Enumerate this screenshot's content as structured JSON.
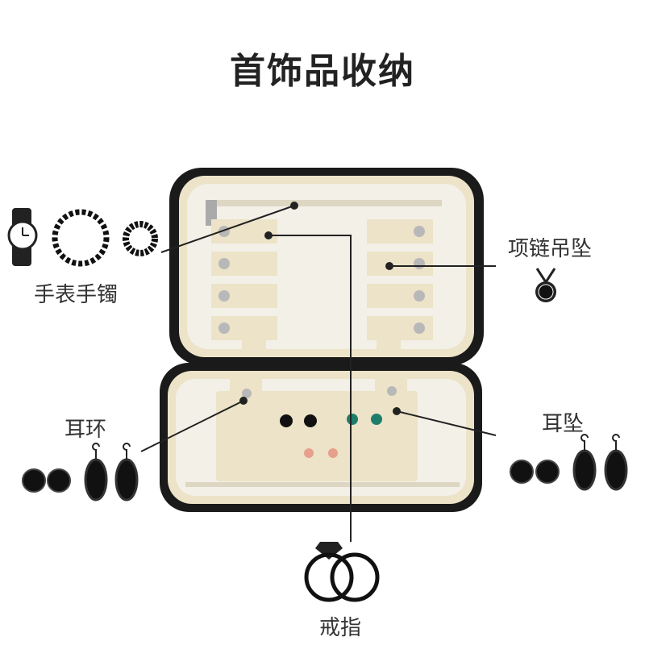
{
  "title": "首饰品收纳",
  "labels": {
    "watch_bracelet": "手表手镯",
    "necklace_pendant": "项链吊坠",
    "earrings": "耳环",
    "drop_earrings": "耳坠",
    "ring": "戒指"
  },
  "colors": {
    "case": "#1a1a1a",
    "lining": "#f1ede2",
    "strap": "#ece3c8",
    "snap": "#b8b8b8"
  }
}
